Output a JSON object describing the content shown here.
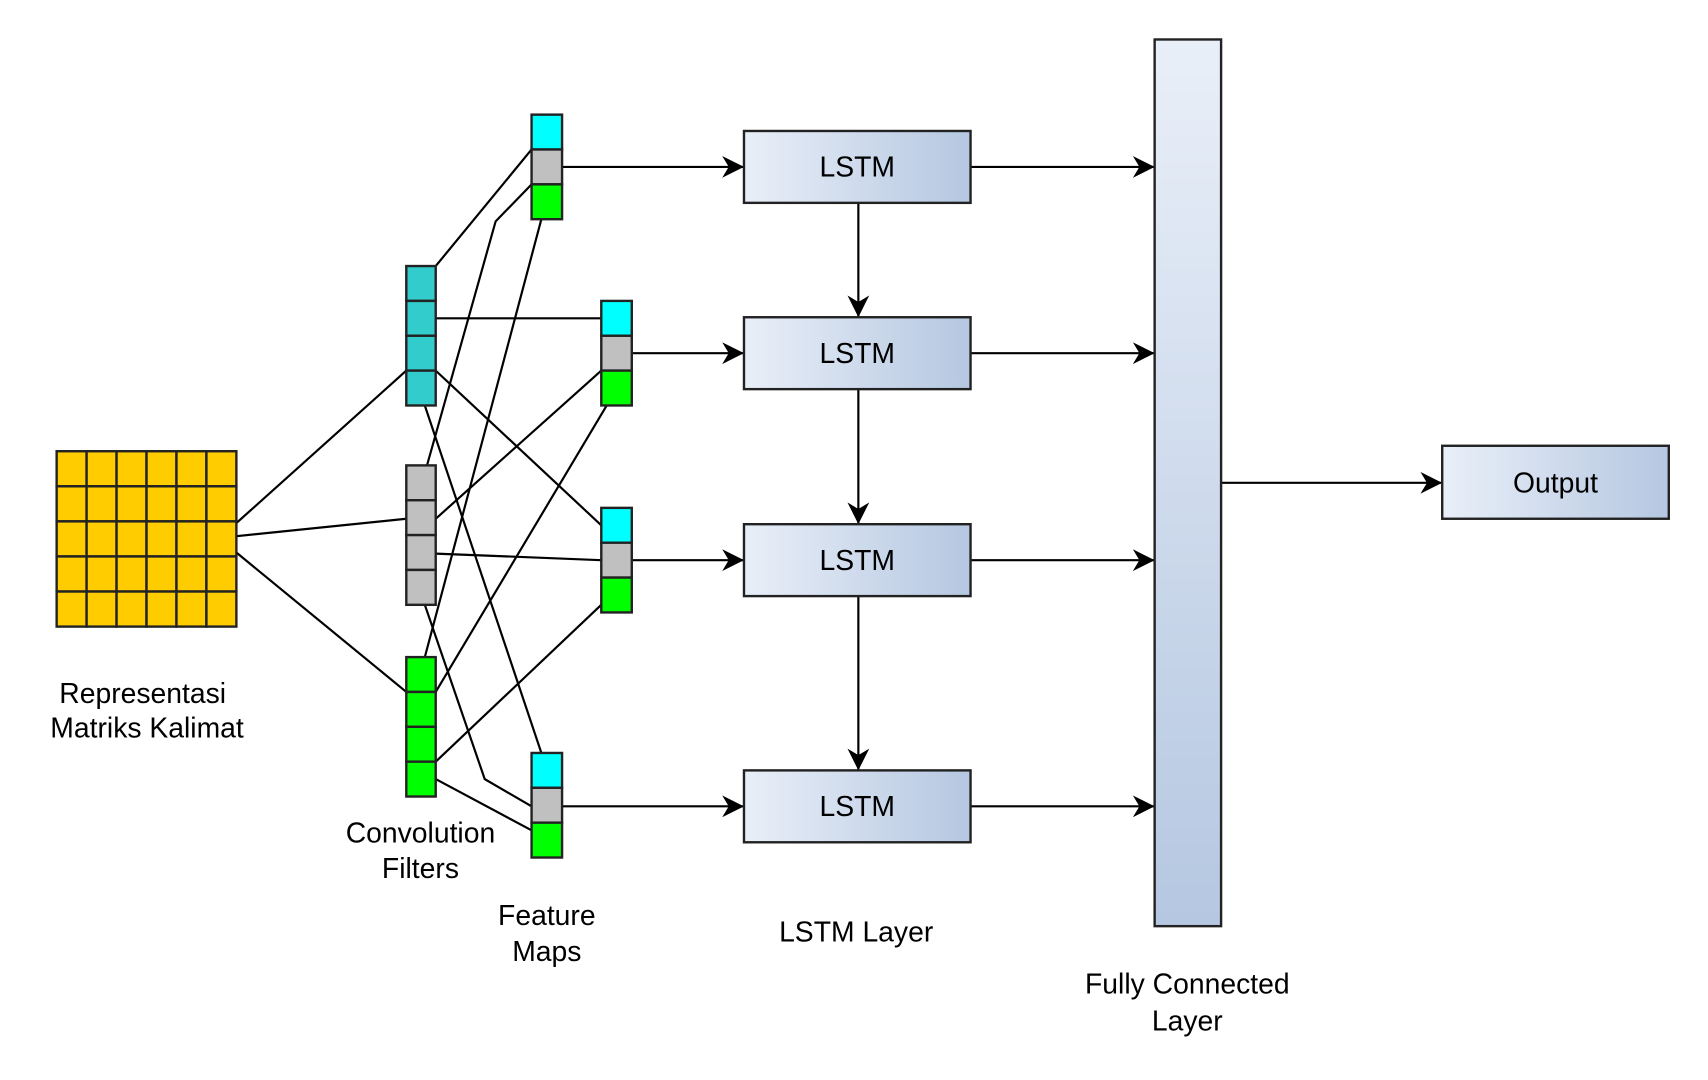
{
  "labels": {
    "matrix": [
      "Representasi",
      "Matriks Kalimat"
    ],
    "conv": [
      "Convolution",
      "Filters"
    ],
    "feature": [
      "Feature",
      "Maps"
    ],
    "lstm_layer": "LSTM Layer",
    "fc": [
      "Fully Connected",
      "Layer"
    ]
  },
  "lstm_label": "LSTM",
  "lstm_count": 4,
  "output_label": "Output",
  "matrix_grid": {
    "rows": 5,
    "cols": 6
  },
  "colors": {
    "matrix": "#ffcc00",
    "filter_teal": "#33cccc",
    "filter_gray": "#c0c0c0",
    "filter_green": "#00ff00",
    "map_cyan": "#00ffff",
    "map_gray": "#c0c0c0",
    "map_green": "#00ff00",
    "box_light": "#e9eff8",
    "box_dark": "#b5c7e1"
  }
}
